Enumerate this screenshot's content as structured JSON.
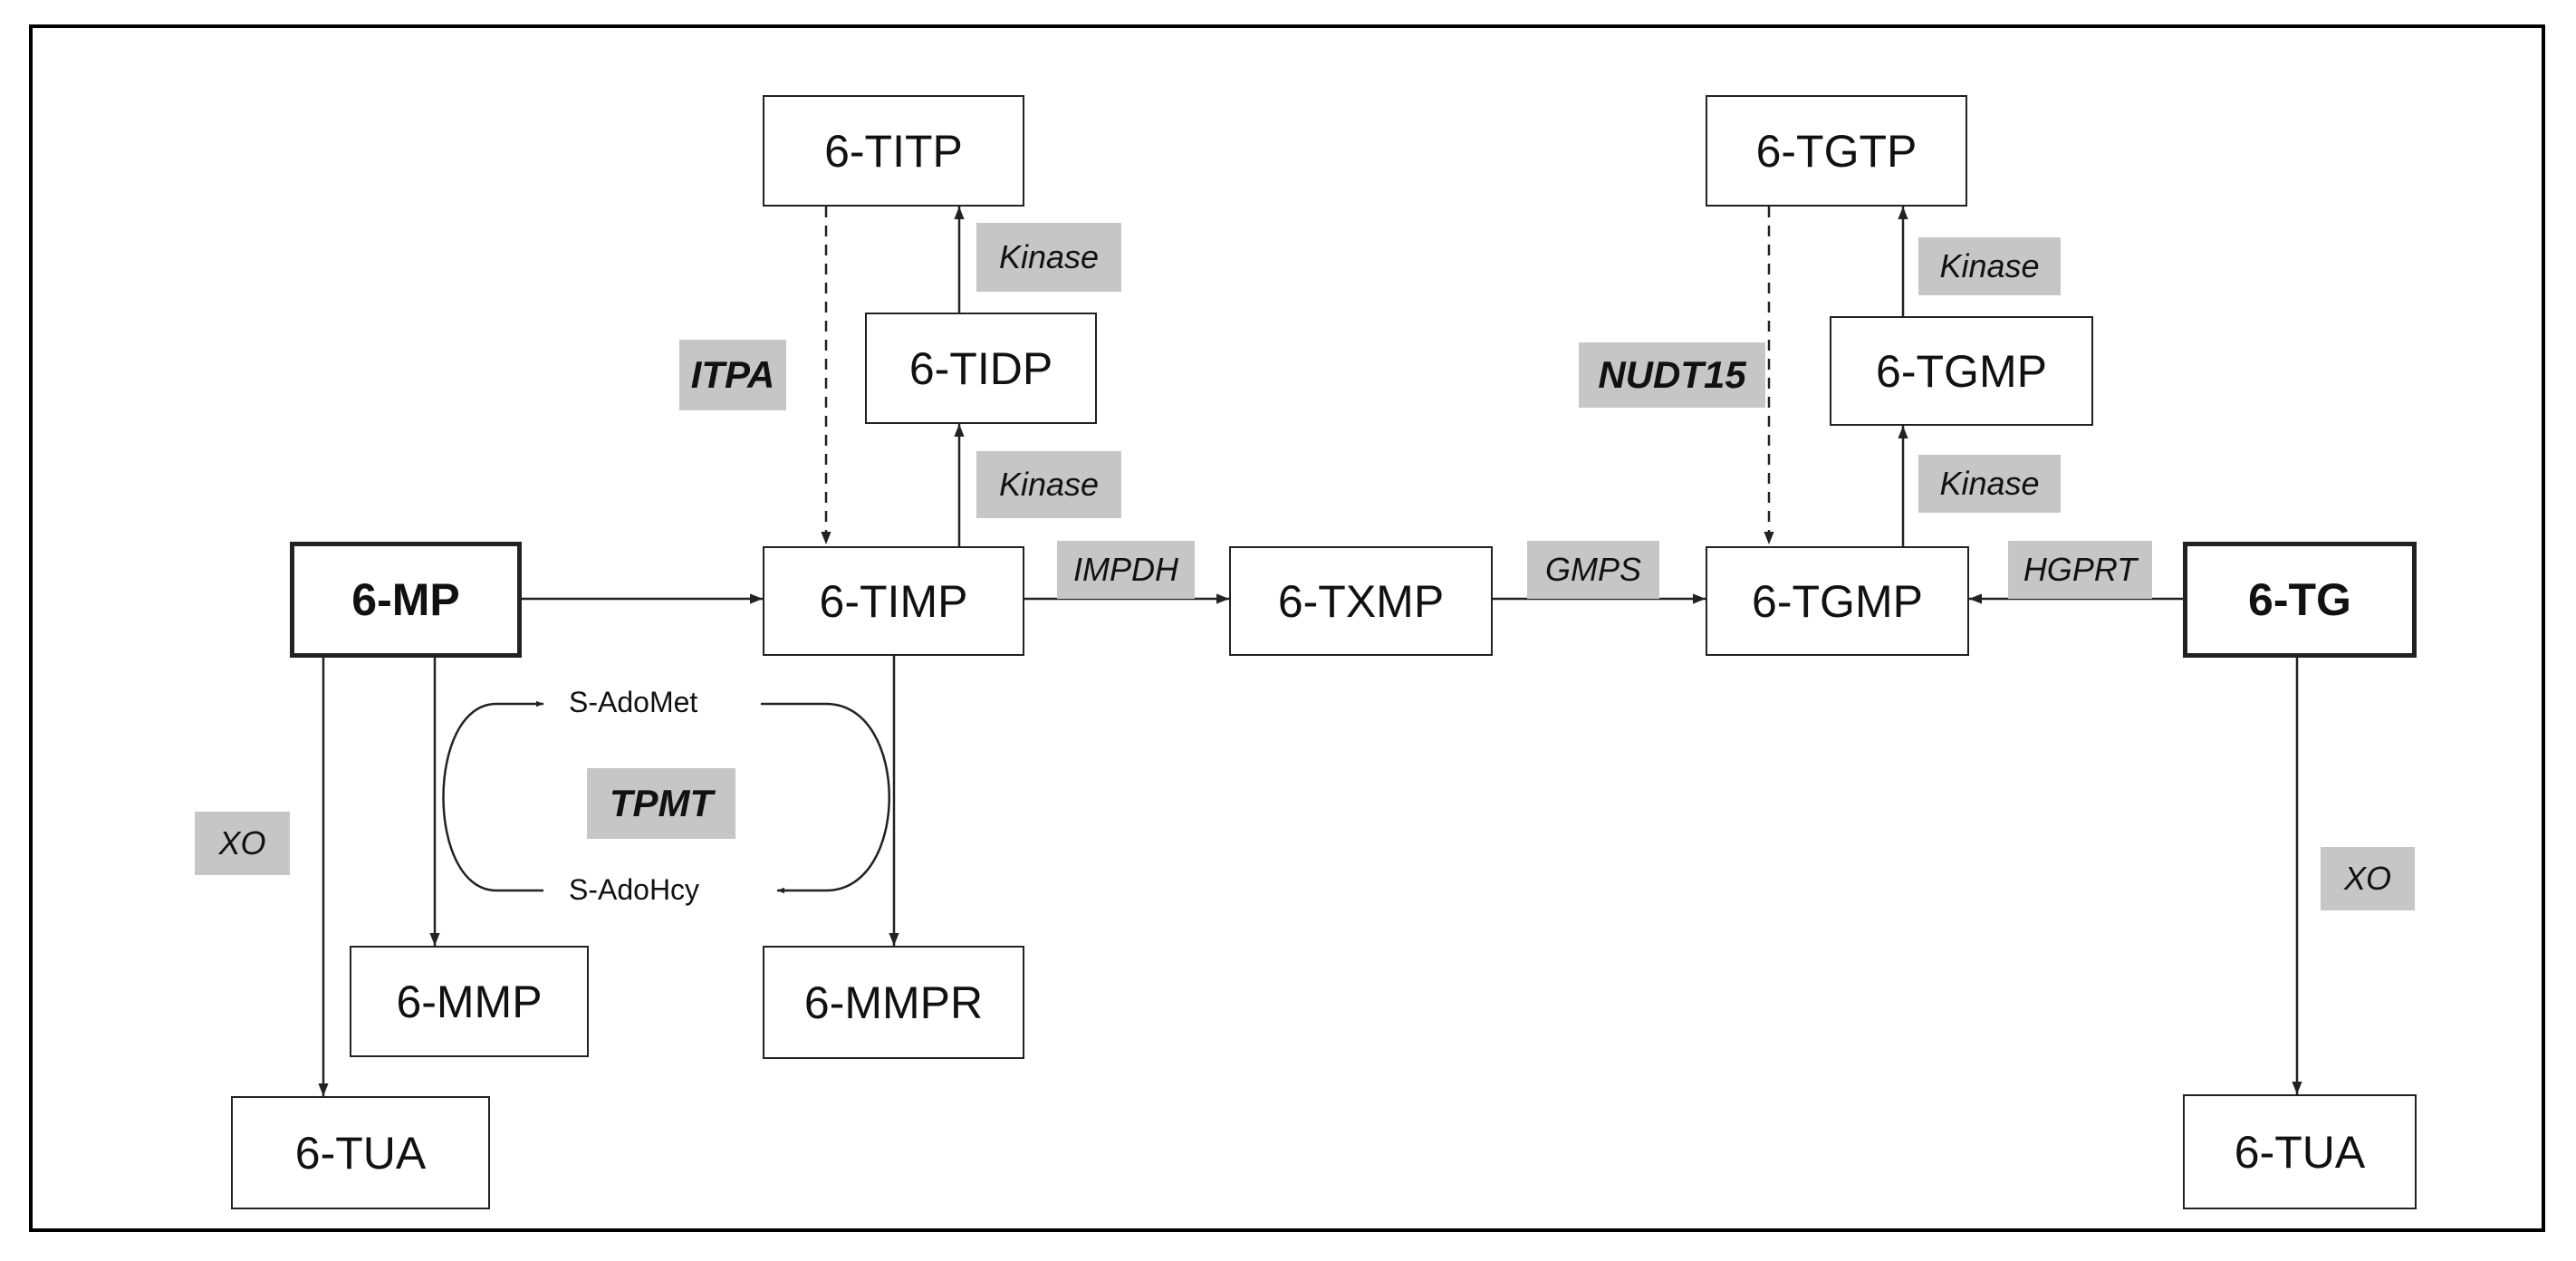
{
  "nodes": {
    "mp": "6-MP",
    "timp": "6-TIMP",
    "tidp": "6-TIDP",
    "titp": "6-TITP",
    "txmp": "6-TXMP",
    "tgmp": "6-TGMP",
    "tgmp_upper": "6-TGMP",
    "tgtp": "6-TGTP",
    "tg": "6-TG",
    "mmp": "6-MMP",
    "mmpr": "6-MMPR",
    "tua_left": "6-TUA",
    "tua_right": "6-TUA"
  },
  "cofactors": {
    "sadomet": "S-AdoMet",
    "sadohcy": "S-AdoHcy"
  },
  "enzymes": {
    "itpa": "ITPA",
    "kinase_titp": "Kinase",
    "kinase_tidp": "Kinase",
    "impdh": "IMPDH",
    "gmps": "GMPS",
    "nudt15": "NUDT15",
    "kinase_tgtp": "Kinase",
    "kinase_tgmp": "Kinase",
    "hgprt": "HGPRT",
    "tpmt": "TPMT",
    "xo_left": "XO",
    "xo_right": "XO"
  },
  "colors": {
    "line": "#222222",
    "enzyme_fill": "#c6c6c6"
  }
}
